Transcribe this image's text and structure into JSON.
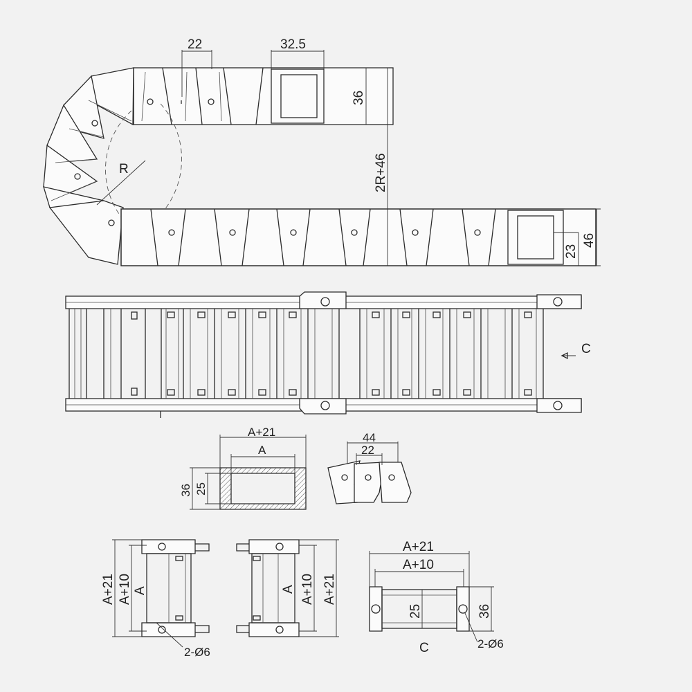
{
  "dimensions": {
    "pitch": "22",
    "opening_width": "32.5",
    "upper_height": "36",
    "total_height": "2R+46",
    "radius": "R",
    "link_height": "46",
    "opening_height": "23",
    "view_label": "C",
    "section_outer_width": "A+21",
    "section_inner_width": "A",
    "section_height": "36",
    "section_inner_height": "25",
    "detail_outer": "44",
    "detail_pitch": "22",
    "left_outer": "A+21",
    "left_mid": "A+10",
    "left_inner": "A",
    "left_holes": "2-Ø6",
    "right_inner": "A",
    "right_mid": "A+10",
    "right_outer": "A+21",
    "end_outer_width": "A+21",
    "end_mid_width": "A+10",
    "end_inner_height": "25",
    "end_height": "36",
    "end_holes": "2-Ø6",
    "end_view_label": "C"
  }
}
